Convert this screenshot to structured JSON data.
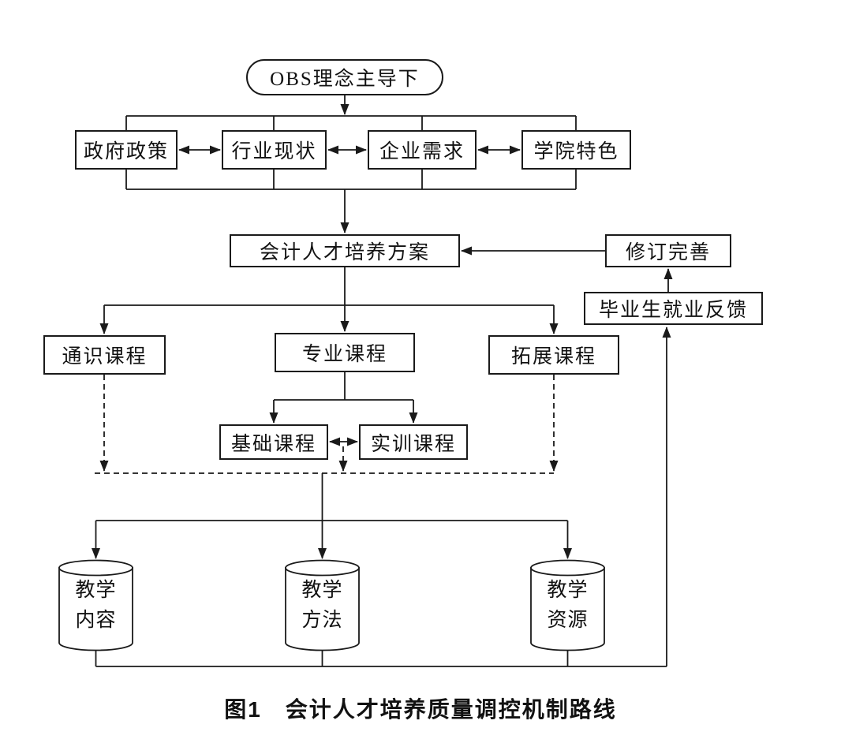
{
  "figure": {
    "caption": "图1　会计人才培养质量调控机制路线"
  },
  "nodes": {
    "obs": "OBS理念主导下",
    "government_policy": "政府政策",
    "industry_status": "行业现状",
    "enterprise_demand": "企业需求",
    "college_feature": "学院特色",
    "training_plan": "会计人才培养方案",
    "revision": "修订完善",
    "graduate_feedback": "毕业生就业反馈",
    "general_courses": "通识课程",
    "major_courses": "专业课程",
    "extension_courses": "拓展课程",
    "basic_courses": "基础课程",
    "practical_courses": "实训课程",
    "teaching_content": {
      "line1": "教学",
      "line2": "内容"
    },
    "teaching_method": {
      "line1": "教学",
      "line2": "方法"
    },
    "teaching_resource": {
      "line1": "教学",
      "line2": "资源"
    }
  },
  "colors": {
    "line": "#1a1a1a",
    "background": "#ffffff"
  }
}
